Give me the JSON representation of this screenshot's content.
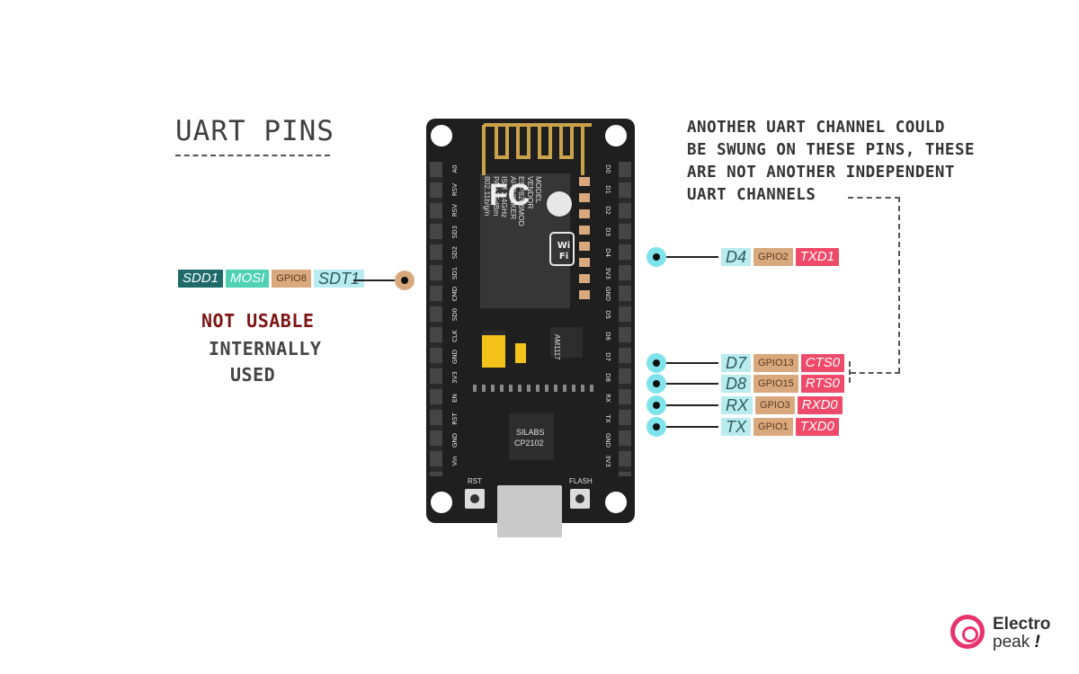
{
  "title": "UART PINS",
  "note_lines": [
    "ANOTHER UART CHANNEL COULD",
    "BE SWUNG ON THESE PINS, THESE",
    "ARE NOT ANOTHER INDEPENDENT",
    "UART CHANNELS"
  ],
  "not_usable": {
    "line1": "NOT USABLE",
    "line2": "INTERNALLY",
    "line3": "USED"
  },
  "left_pin": {
    "tags": [
      "SDD1",
      "MOSI",
      "GPIO8",
      "SDT1"
    ]
  },
  "right_pins": [
    {
      "name": "D4",
      "gpio": "GPIO2",
      "func": "TXD1"
    },
    {
      "name": "D7",
      "gpio": "GPIO13",
      "func": "CTS0"
    },
    {
      "name": "D8",
      "gpio": "GPIO15",
      "func": "RTS0"
    },
    {
      "name": "RX",
      "gpio": "GPIO3",
      "func": "RXD0"
    },
    {
      "name": "TX",
      "gpio": "GPIO1",
      "func": "TXD0"
    }
  ],
  "board": {
    "left_header": [
      "A0",
      "RSV",
      "RSV",
      "SD3",
      "SD2",
      "SD1",
      "CMD",
      "SD0",
      "CLK",
      "GND",
      "3V3",
      "EN",
      "RST",
      "GND",
      "Vin"
    ],
    "right_header": [
      "D0",
      "D1",
      "D2",
      "D3",
      "D4",
      "3V3",
      "GND",
      "D5",
      "D6",
      "D7",
      "D8",
      "RX",
      "TX",
      "GND",
      "3V3"
    ],
    "module_text": [
      "MODEL",
      "VENDOR",
      "ESP8266MOD",
      "AI-THINKER",
      "ISM 2.4GHz",
      "PA +25dBm",
      "802.11b/g/n"
    ],
    "fc_mark": "FC",
    "wifi_mark": "Wi Fi",
    "regulator": "AM1117",
    "usb_chip": [
      "SILABS",
      "CP2102"
    ],
    "rst_label": "RST",
    "flash_label": "FLASH"
  },
  "logo": {
    "line1": "Electro",
    "line2": "peak",
    "mark": "!"
  },
  "colors": {
    "dark_teal": "#1f6b6b",
    "mint": "#4fd1b4",
    "tan": "#d9a97d",
    "cyan": "#b9ecef",
    "pink": "#f04a6a",
    "dark_red": "#7d1414",
    "brand": "#e8336d"
  }
}
